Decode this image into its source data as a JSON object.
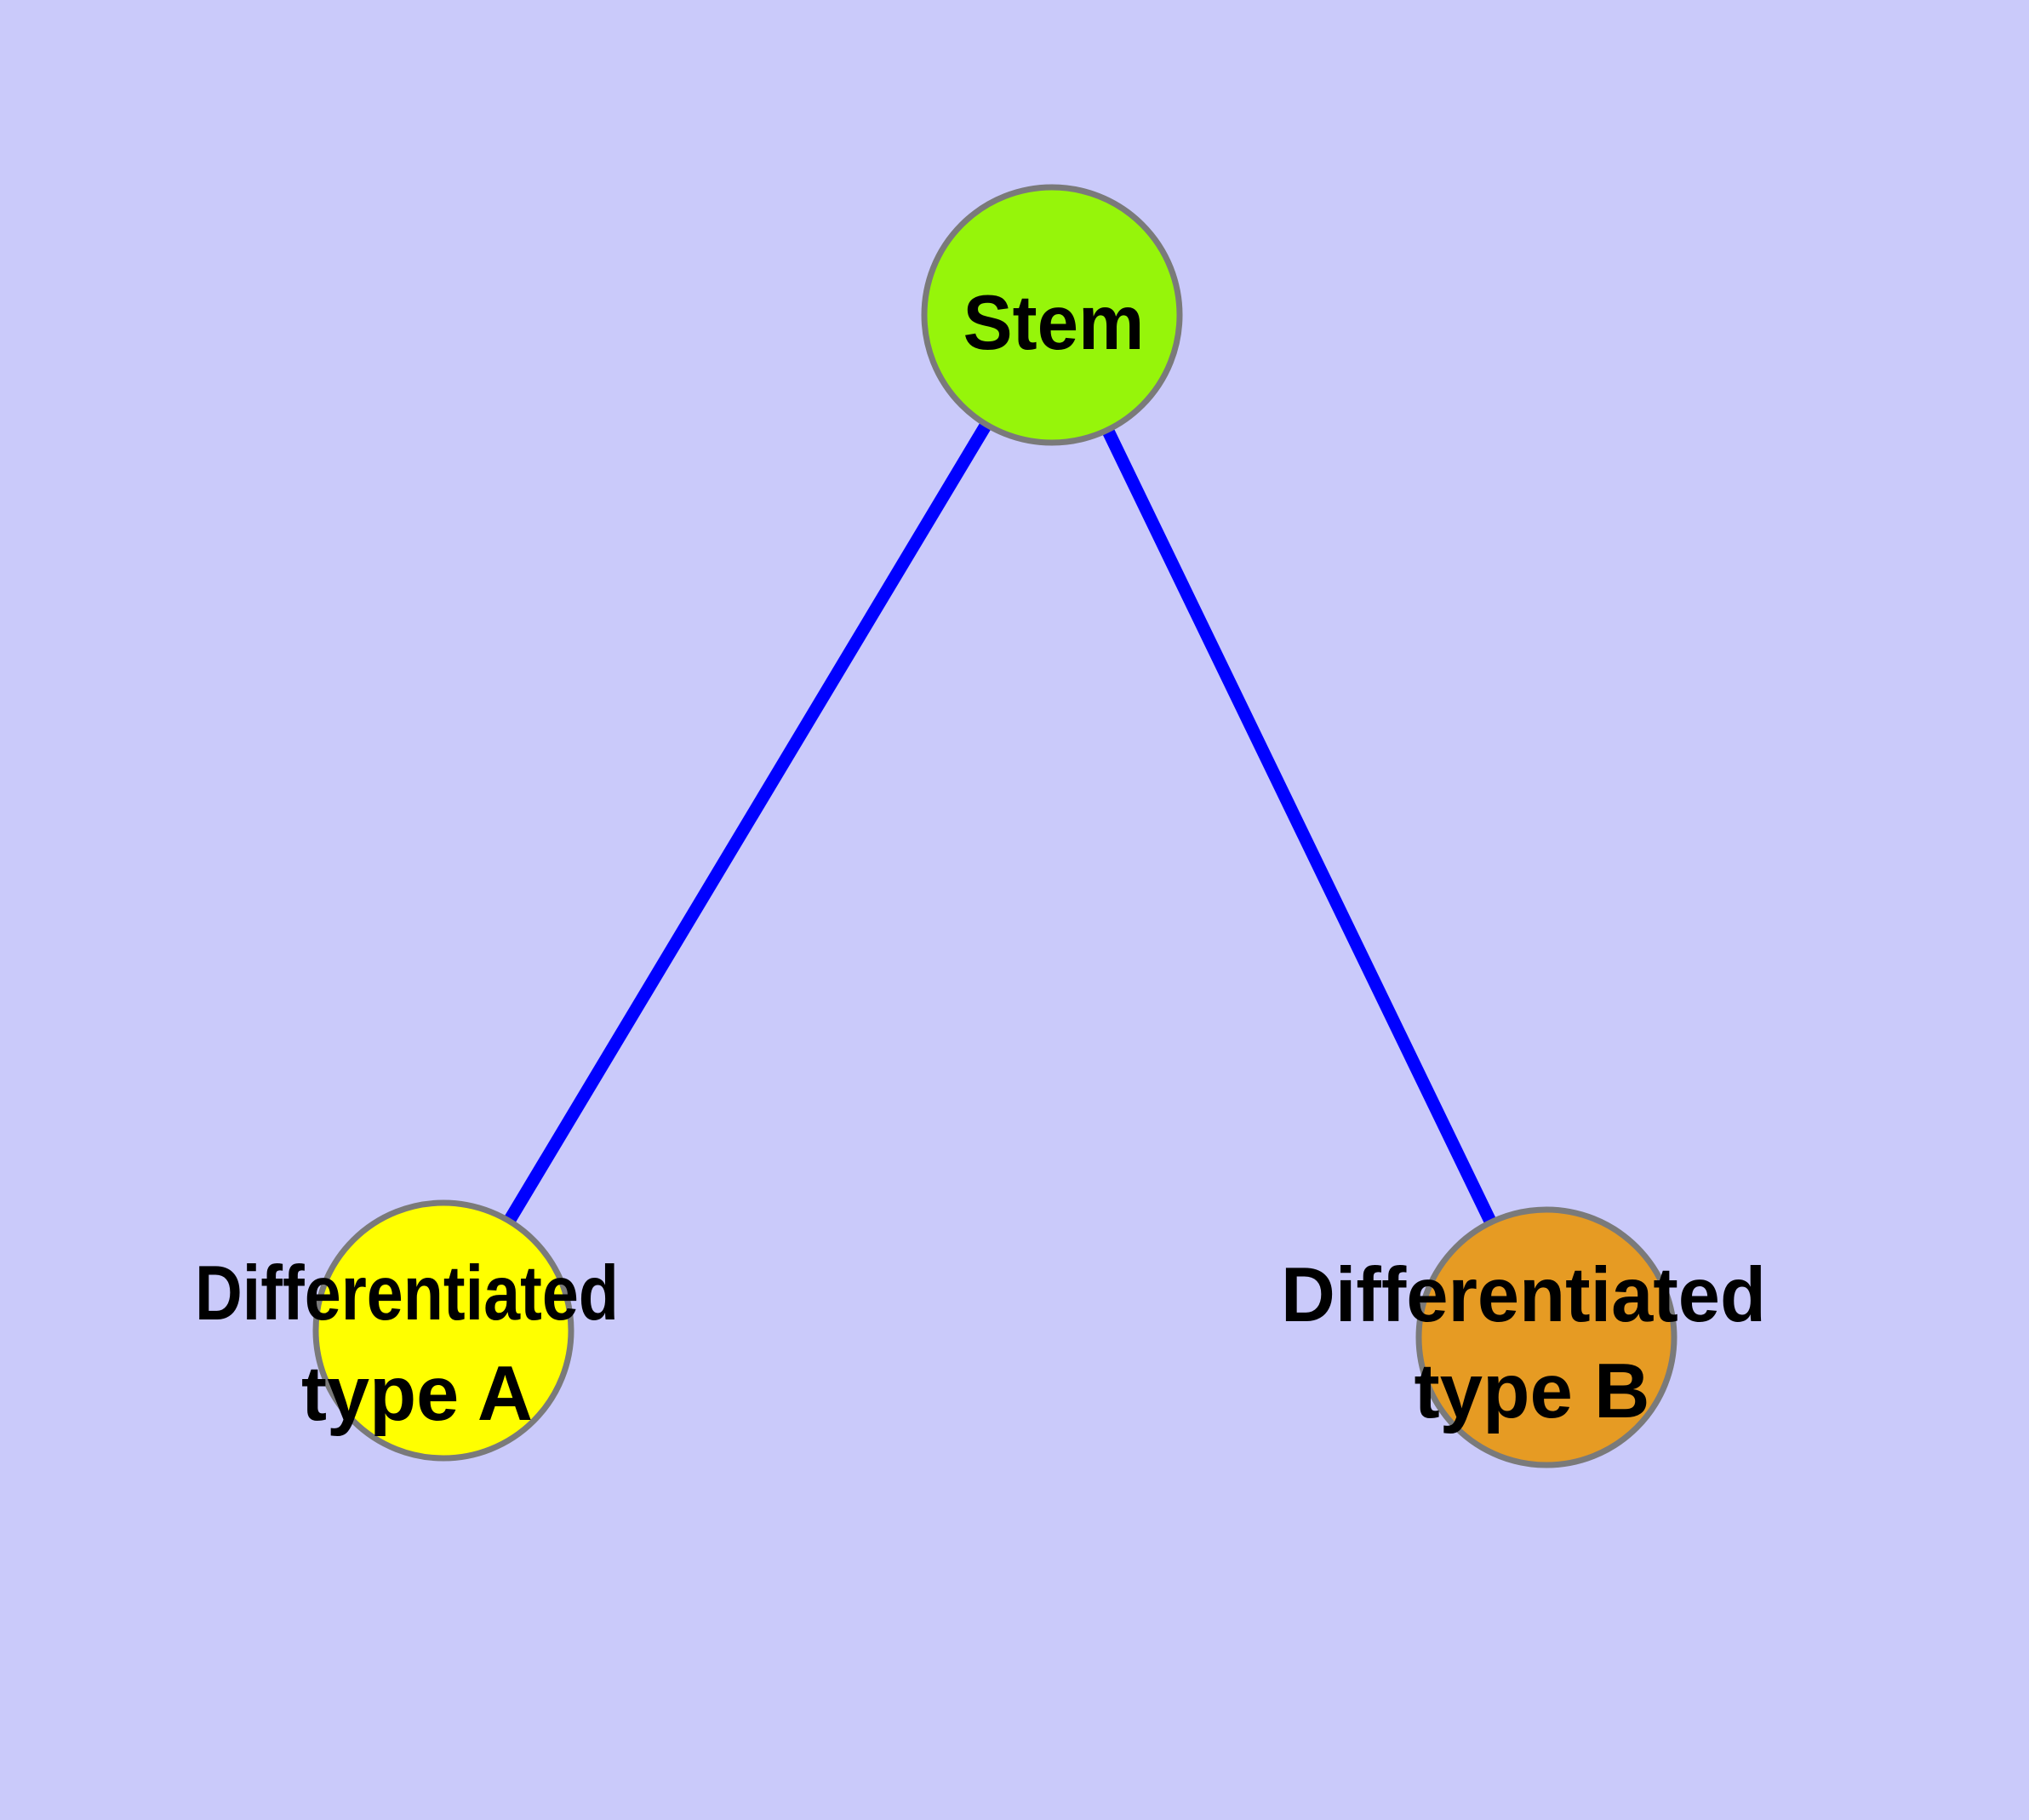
{
  "diagram": {
    "type": "graph",
    "description": "Stem cell differentiation tree",
    "background_color": "#CACAFA",
    "edge_color": "#0000FF",
    "node_border_color": "#7A7A7A",
    "label_color": "#000000",
    "nodes": [
      {
        "id": "stem",
        "label": "Stem",
        "color": "#96F50A"
      },
      {
        "id": "differentiated-type-a",
        "label": "Differentiated type A",
        "label_line1": "Differentiated",
        "label_line2": "type A",
        "color": "#FFFF00"
      },
      {
        "id": "differentiated-type-b",
        "label": "Differentiated type B",
        "label_line1": "Differentiated",
        "label_line2": "type B",
        "color": "#E69B23"
      }
    ],
    "edges": [
      {
        "from": "stem",
        "to": "differentiated-type-a"
      },
      {
        "from": "stem",
        "to": "differentiated-type-b"
      }
    ]
  }
}
